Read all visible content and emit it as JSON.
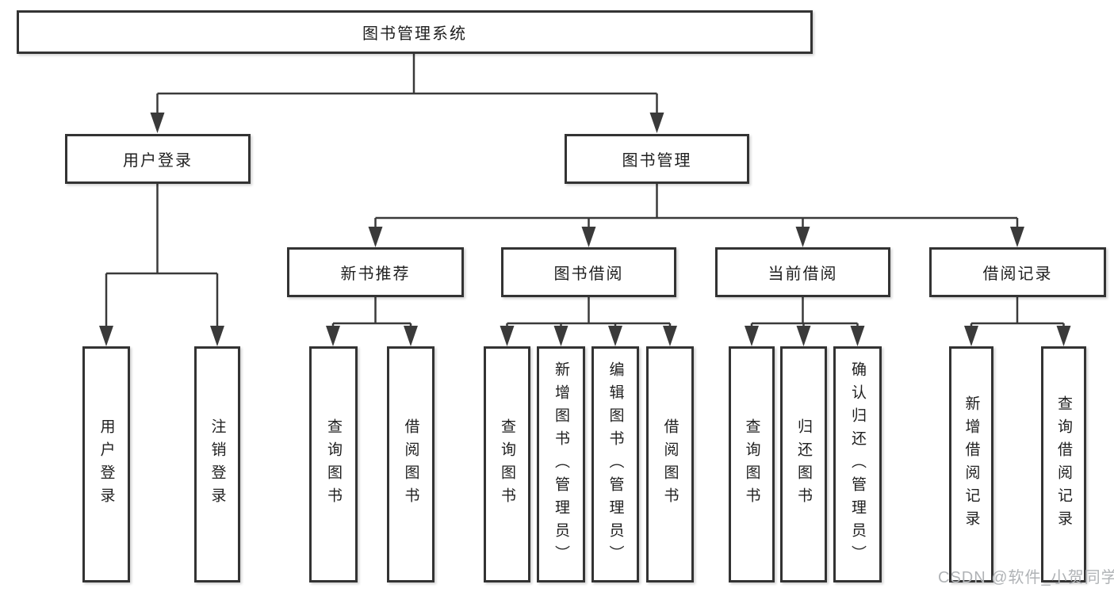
{
  "diagram_title": "图书管理系统",
  "tree": {
    "label": "图书管理系统",
    "children": [
      {
        "label": "用户登录",
        "children": [
          {
            "label": "用户登录"
          },
          {
            "label": "注销登录"
          }
        ]
      },
      {
        "label": "图书管理",
        "children": [
          {
            "label": "新书推荐",
            "children": [
              {
                "label": "查询图书"
              },
              {
                "label": "借阅图书"
              }
            ]
          },
          {
            "label": "图书借阅",
            "children": [
              {
                "label": "查询图书"
              },
              {
                "label": "新增图书（管理员）"
              },
              {
                "label": "编辑图书（管理员）"
              },
              {
                "label": "借阅图书"
              }
            ]
          },
          {
            "label": "当前借阅",
            "children": [
              {
                "label": "查询图书"
              },
              {
                "label": "归还图书"
              },
              {
                "label": "确认归还（管理员）"
              }
            ]
          },
          {
            "label": "借阅记录",
            "children": [
              {
                "label": "新增借阅记录"
              },
              {
                "label": "查询借阅记录"
              }
            ]
          }
        ]
      }
    ]
  },
  "watermark": {
    "text": "CSDN @软件_小贺同学"
  },
  "colors": {
    "background": "#ffffff",
    "box_border": "#333333",
    "connector_line": "#3a3a3a",
    "text": "#1f1f1f",
    "watermark": "#b0b3b6"
  }
}
